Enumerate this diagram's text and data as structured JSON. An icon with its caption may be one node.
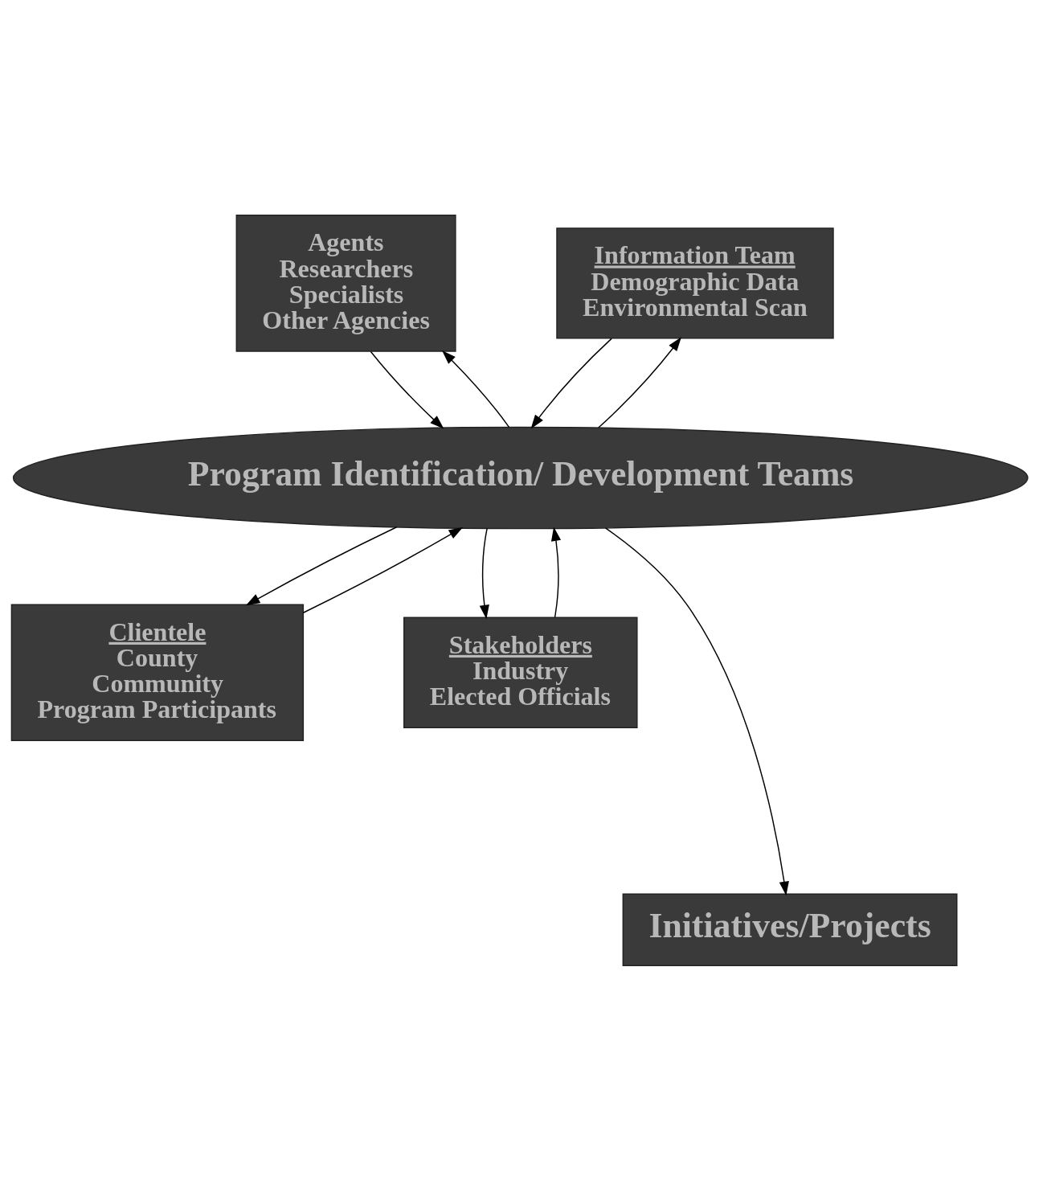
{
  "diagram": {
    "nodes": [
      {
        "text": [
          "Agents",
          "Researchers",
          "Specialists",
          "Other Agencies"
        ]
      },
      {
        "text": [
          "Information Team",
          "Demographic Data",
          "Environmental Scan"
        ]
      },
      {
        "text": [
          "Program Identification/ Development Teams"
        ]
      },
      {
        "text": [
          "Clientele",
          "County",
          "Community",
          "Program Participants"
        ]
      },
      {
        "text": [
          "Stakeholders",
          "Industry",
          "Elected Officials"
        ]
      },
      {
        "text": [
          "Initiatives/Projects"
        ]
      }
    ],
    "edges": [
      {
        "from": 0,
        "to": 2,
        "arrow": "to"
      },
      {
        "from": 2,
        "to": 0,
        "arrow": "to"
      },
      {
        "from": 2,
        "to": 1,
        "arrow": "to"
      },
      {
        "from": 1,
        "to": 2,
        "arrow": "to"
      },
      {
        "from": 2,
        "to": 3,
        "arrow": "to"
      },
      {
        "from": 3,
        "to": 2,
        "arrow": "to"
      },
      {
        "from": 4,
        "to": 2,
        "arrow": "to"
      },
      {
        "from": 2,
        "to": 4,
        "arrow": "to"
      },
      {
        "from": 2,
        "to": 5,
        "arrow": "to"
      }
    ]
  }
}
